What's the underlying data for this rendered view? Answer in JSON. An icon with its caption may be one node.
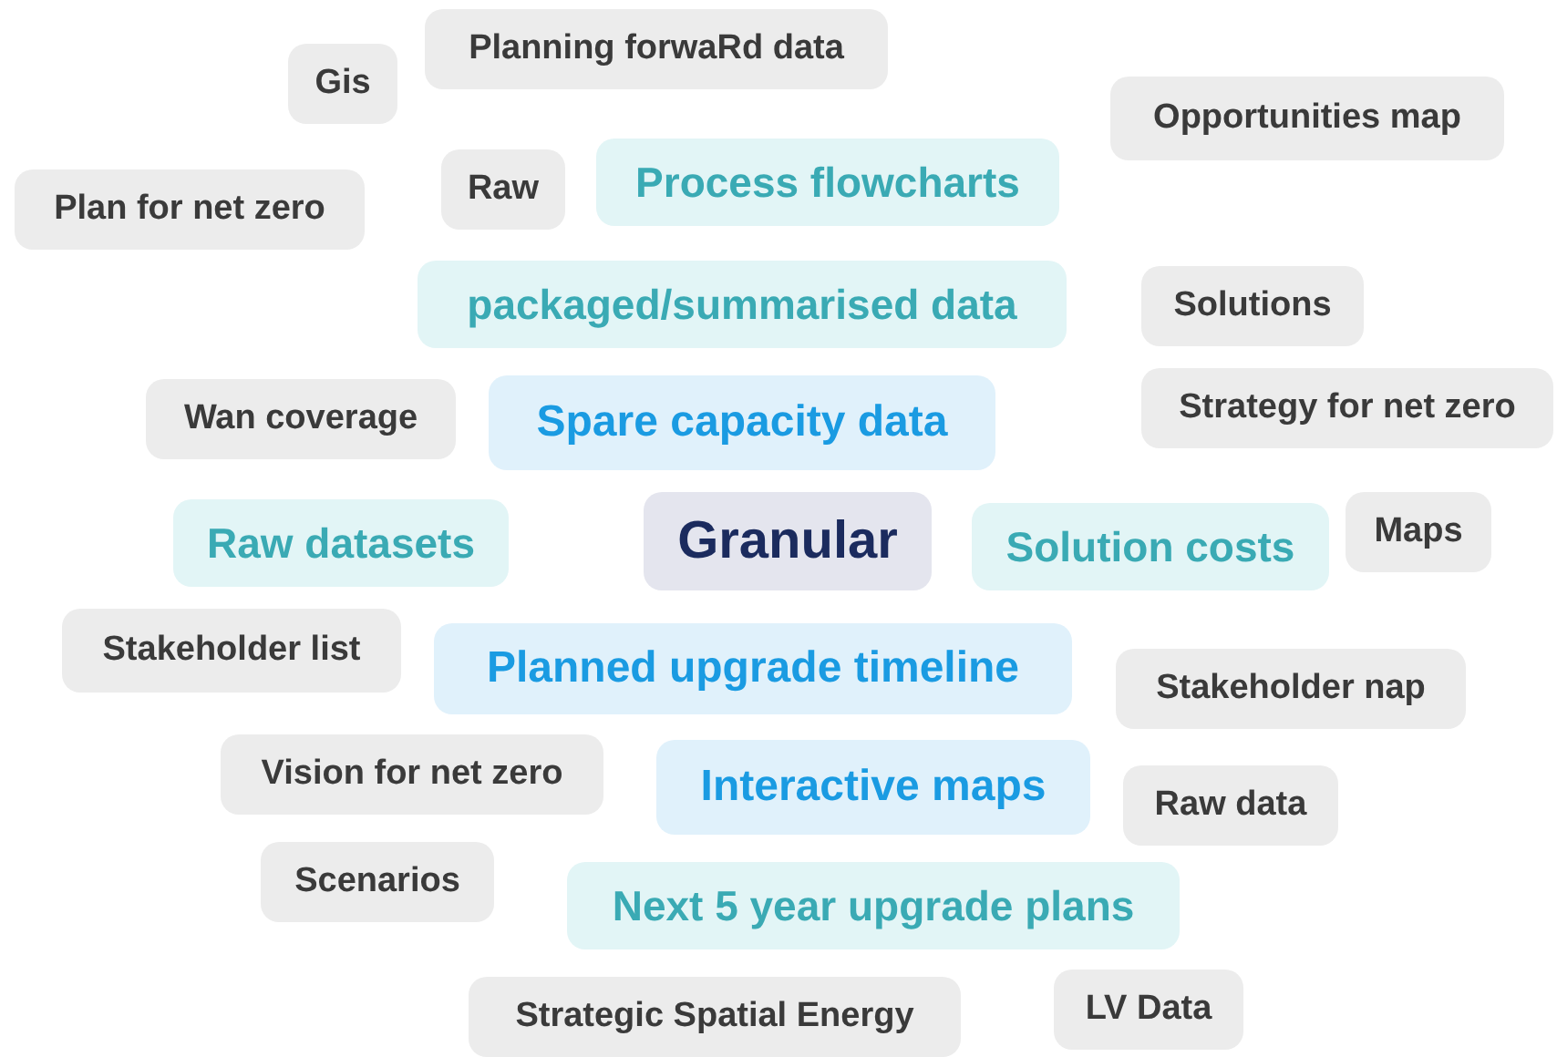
{
  "diagram": {
    "nodes": [
      {
        "text": [
          "Planning forwaRd data"
        ]
      },
      {
        "text": [
          "Gis"
        ]
      },
      {
        "text": [
          "Opportunities map"
        ]
      },
      {
        "text": [
          "Raw"
        ]
      },
      {
        "text": [
          "Process flowcharts"
        ]
      },
      {
        "text": [
          "Plan for net zero"
        ]
      },
      {
        "text": [
          "packaged/summarised data"
        ]
      },
      {
        "text": [
          "Solutions"
        ]
      },
      {
        "text": [
          "Strategy for net zero"
        ]
      },
      {
        "text": [
          "Wan coverage"
        ]
      },
      {
        "text": [
          "Spare capacity data"
        ]
      },
      {
        "text": [
          "Maps"
        ]
      },
      {
        "text": [
          "Raw datasets"
        ]
      },
      {
        "text": [
          "Granular"
        ]
      },
      {
        "text": [
          "Solution costs"
        ]
      },
      {
        "text": [
          "Stakeholder list"
        ]
      },
      {
        "text": [
          "Planned upgrade timeline"
        ]
      },
      {
        "text": [
          "Stakeholder nap"
        ]
      },
      {
        "text": [
          "Vision for net zero"
        ]
      },
      {
        "text": [
          "Interactive maps"
        ]
      },
      {
        "text": [
          "Raw data"
        ]
      },
      {
        "text": [
          "Scenarios"
        ]
      },
      {
        "text": [
          "Next 5 year upgrade plans"
        ]
      },
      {
        "text": [
          "LV Data"
        ]
      },
      {
        "text": [
          "Strategic Spatial Energy"
        ]
      }
    ]
  }
}
